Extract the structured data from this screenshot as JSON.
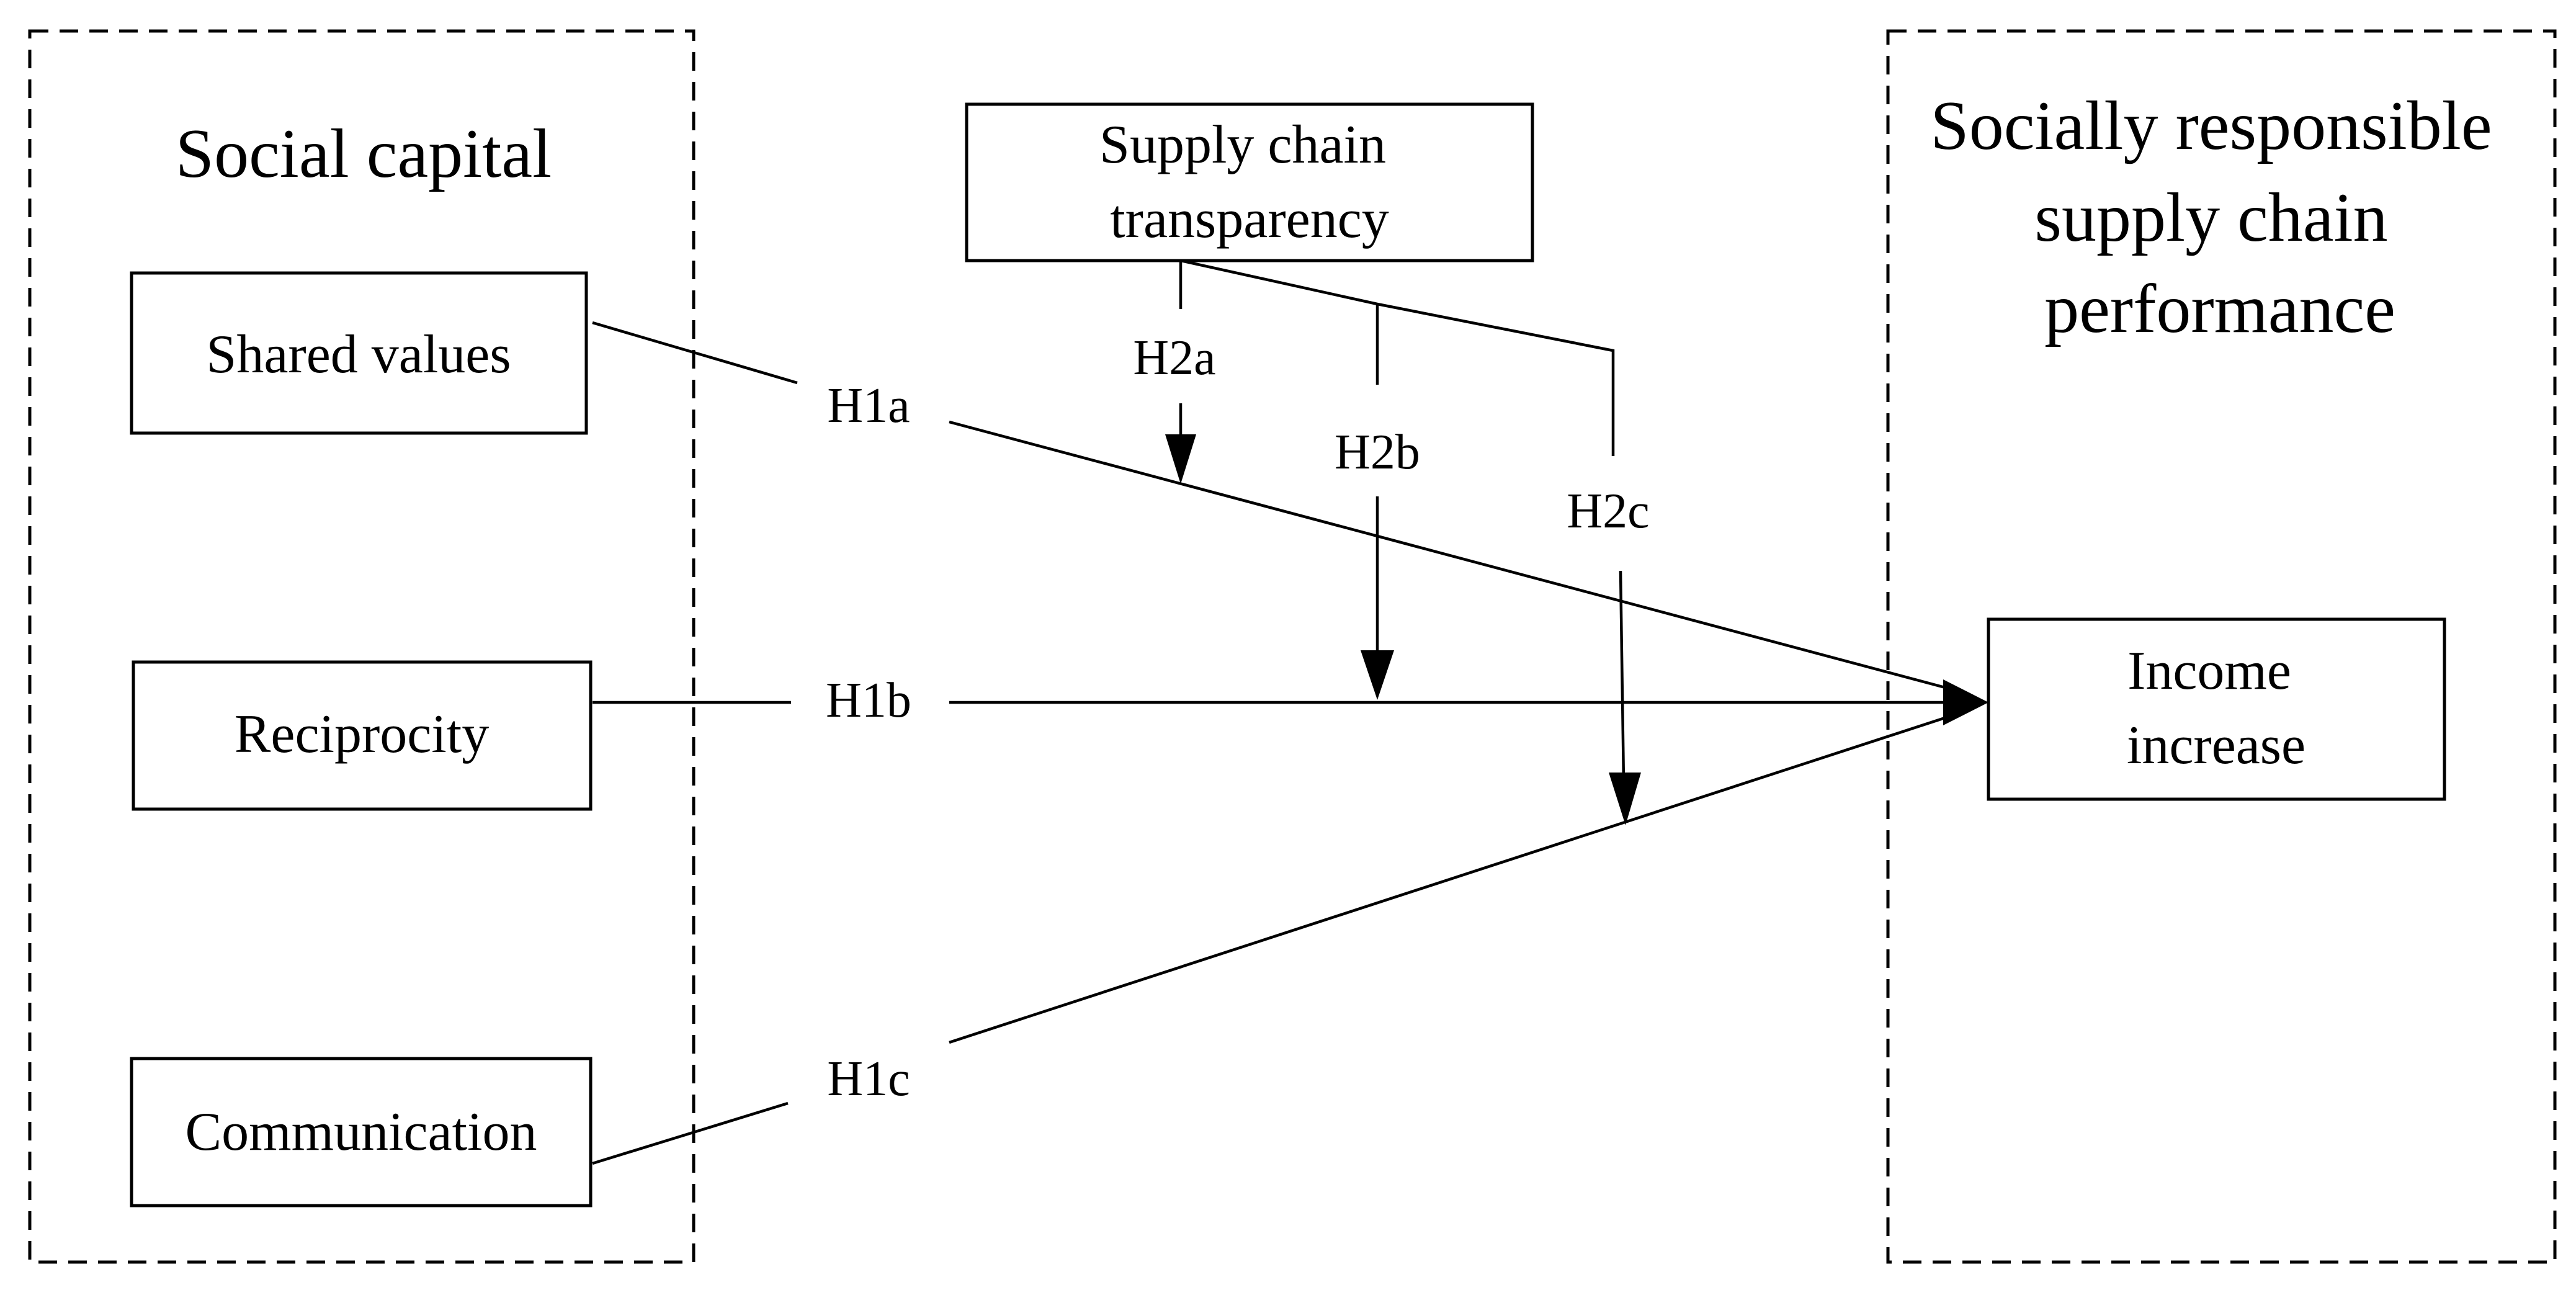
{
  "groups": {
    "social_capital": {
      "title": "Social capital"
    },
    "performance": {
      "title_lines": [
        "Socially responsible",
        "supply chain",
        "performance"
      ]
    }
  },
  "boxes": {
    "shared_values": {
      "label": "Shared values"
    },
    "reciprocity": {
      "label": "Reciprocity"
    },
    "communication": {
      "label": "Communication"
    },
    "transparency": {
      "lines": [
        "Supply chain",
        "transparency"
      ]
    },
    "income": {
      "lines": [
        "Income",
        "increase"
      ]
    }
  },
  "hypotheses": {
    "h1a": "H1a",
    "h1b": "H1b",
    "h1c": "H1c",
    "h2a": "H2a",
    "h2b": "H2b",
    "h2c": "H2c"
  }
}
